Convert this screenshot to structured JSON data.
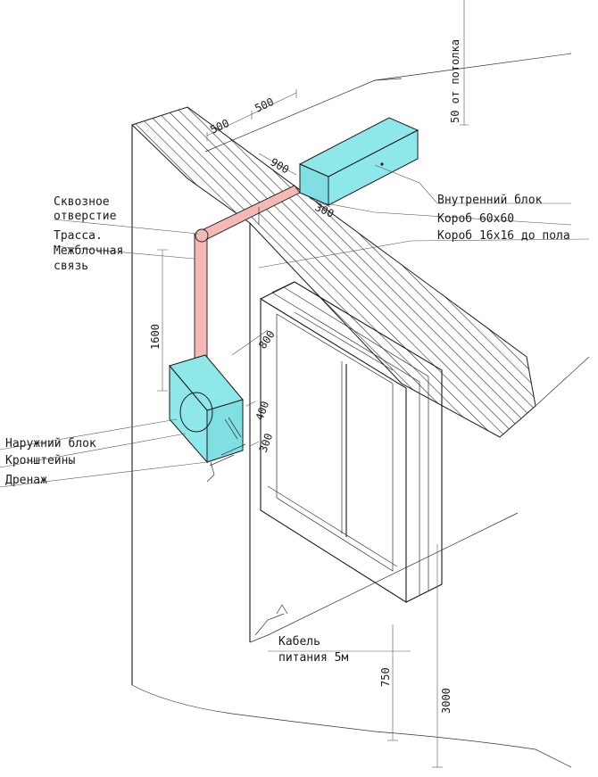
{
  "colors": {
    "unit": "#8ee8ea",
    "route": "#f4b9b5",
    "ink": "#1a1a1a"
  },
  "labels": {
    "through_hole_1": "Сквозное",
    "through_hole_2": "отверстие",
    "route_1": "Трасса.",
    "route_2": "Межблочная",
    "route_3": "связь",
    "outdoor_unit": "Наружний блок",
    "brackets": "Кронштейны",
    "drain": "Дренаж",
    "indoor_unit": "Внутренний блок",
    "duct_60": "Короб 60х60",
    "duct_16": "Короб 16х16 до пола",
    "cable_1": "Кабель",
    "cable_2": "питания 5м"
  },
  "dimensions": {
    "from_ceiling": "50 от потолка",
    "d500_left": "500",
    "d500_right": "500",
    "d900": "900",
    "d300": "300",
    "d1600": "1600",
    "d800": "800",
    "d400": "400",
    "d300b": "300",
    "d750": "750",
    "d3000": "3000"
  }
}
